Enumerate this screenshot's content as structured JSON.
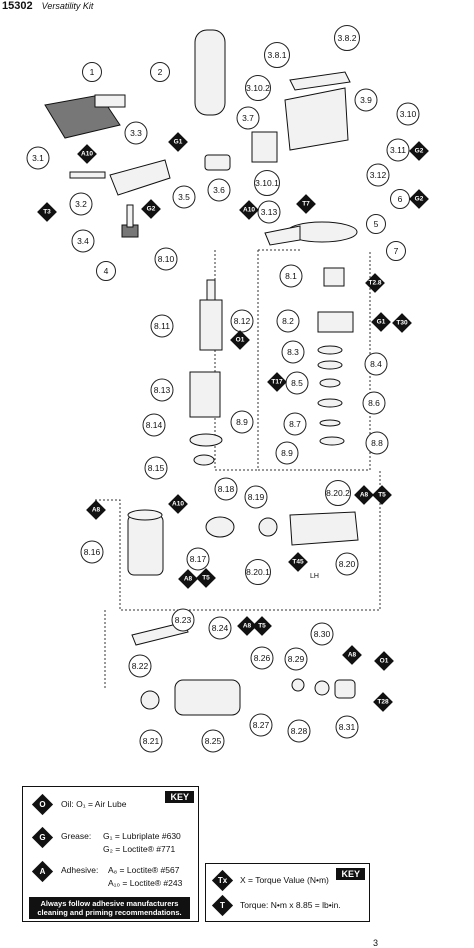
{
  "header": {
    "number": "15302",
    "kit": "Versatility Kit"
  },
  "callouts": [
    {
      "id": "1"
    },
    {
      "id": "2"
    },
    {
      "id": "3.8.1"
    },
    {
      "id": "3.8.2"
    },
    {
      "id": "3.10.2"
    },
    {
      "id": "3.9"
    },
    {
      "id": "3.3"
    },
    {
      "id": "3.7"
    },
    {
      "id": "3.10"
    },
    {
      "id": "3.1"
    },
    {
      "id": "3.11"
    },
    {
      "id": "3.12"
    },
    {
      "id": "3.5"
    },
    {
      "id": "3.6"
    },
    {
      "id": "3.10.1"
    },
    {
      "id": "3.2"
    },
    {
      "id": "3.13"
    },
    {
      "id": "6"
    },
    {
      "id": "5"
    },
    {
      "id": "3.4"
    },
    {
      "id": "7"
    },
    {
      "id": "4"
    },
    {
      "id": "8.10"
    },
    {
      "id": "8.1"
    },
    {
      "id": "8.11"
    },
    {
      "id": "8.12"
    },
    {
      "id": "8.2"
    },
    {
      "id": "8.3"
    },
    {
      "id": "8.4"
    },
    {
      "id": "8.5"
    },
    {
      "id": "8.13"
    },
    {
      "id": "8.6"
    },
    {
      "id": "8.9"
    },
    {
      "id": "8.14"
    },
    {
      "id": "8.7"
    },
    {
      "id": "8.8"
    },
    {
      "id": "8.9"
    },
    {
      "id": "8.15"
    },
    {
      "id": "8.18"
    },
    {
      "id": "8.19"
    },
    {
      "id": "8.20.2"
    },
    {
      "id": "8.16"
    },
    {
      "id": "8.17"
    },
    {
      "id": "8.20.1"
    },
    {
      "id": "8.20"
    },
    {
      "id": "8.23"
    },
    {
      "id": "8.24"
    },
    {
      "id": "8.30"
    },
    {
      "id": "8.22"
    },
    {
      "id": "8.26"
    },
    {
      "id": "8.29"
    },
    {
      "id": "8.21"
    },
    {
      "id": "8.25"
    },
    {
      "id": "8.27"
    },
    {
      "id": "8.28"
    },
    {
      "id": "8.31"
    }
  ],
  "badges": [
    {
      "text": "A10"
    },
    {
      "text": "G1"
    },
    {
      "text": "T3"
    },
    {
      "text": "G2"
    },
    {
      "text": "A10"
    },
    {
      "text": "T7"
    },
    {
      "text": "G2"
    },
    {
      "text": "G2"
    },
    {
      "text": "O1"
    },
    {
      "text": "T2.8"
    },
    {
      "text": "G1"
    },
    {
      "text": "T30"
    },
    {
      "text": "T17"
    },
    {
      "text": "A8"
    },
    {
      "text": "A10"
    },
    {
      "text": "A8"
    },
    {
      "text": "T5"
    },
    {
      "text": "T45"
    },
    {
      "text": "A8"
    },
    {
      "text": "T5"
    },
    {
      "text": "A8"
    },
    {
      "text": "T5"
    },
    {
      "text": "A8"
    },
    {
      "text": "O1"
    },
    {
      "text": "T28"
    }
  ],
  "lh_label": "LH",
  "key_left": {
    "tag": "KEY",
    "oil_symbol": "O",
    "oil_text": "Oil: O₁ = Air Lube",
    "grease_symbol": "G",
    "grease_label": "Grease:",
    "grease_g1": "G₁ = Lubriplate #630",
    "grease_g2": "G₂ = Loctite® #771",
    "adhesive_symbol": "A",
    "adhesive_label": "Adhesive:",
    "adhesive_a8": "A₈ = Loctite® #567",
    "adhesive_a10": "A₁₀ = Loctite® #243",
    "note": "Always follow adhesive manufacturers cleaning and priming recommendations."
  },
  "key_right": {
    "tag": "KEY",
    "tx_symbol": "Tx",
    "tx_text": "X = Torque Value (N•m)",
    "t_symbol": "T",
    "t_text": "Torque: N•m x 8.85 = lb•in."
  },
  "page_number": "3"
}
